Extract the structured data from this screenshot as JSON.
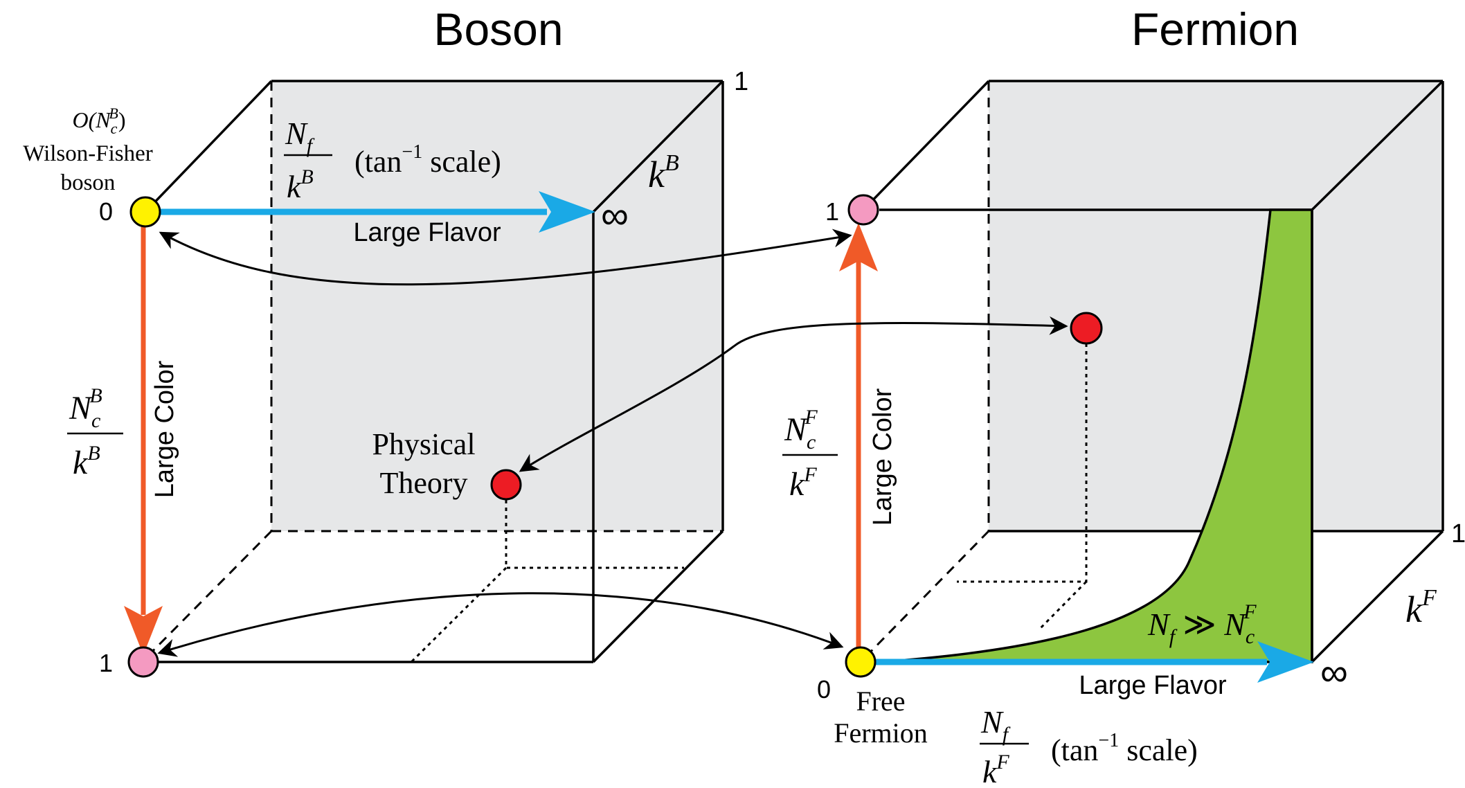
{
  "boson": {
    "title": "Boson",
    "wf_label_line1": "O(N",
    "wf_label_sub": "c",
    "wf_label_sup": "B",
    "wf_label_close": ")",
    "wf_label_line2": "Wilson-Fisher",
    "wf_label_line3": "boson",
    "origin_value": "0",
    "bottom_value": "1",
    "corner_value": "1",
    "infinity": "∞",
    "k_axis": {
      "base": "k",
      "sup": "B"
    },
    "flavor_ratio": {
      "num_base": "N",
      "num_sub": "f",
      "den_base": "k",
      "den_sup": "B",
      "scale": "(tan",
      "scale_sup": "−1",
      "scale_tail": " scale)"
    },
    "color_ratio": {
      "num_base": "N",
      "num_sub": "c",
      "num_sup": "B",
      "den_base": "k",
      "den_sup": "B"
    },
    "large_flavor": "Large Flavor",
    "large_color": "Large Color",
    "physical_line1": "Physical",
    "physical_line2": "Theory"
  },
  "fermion": {
    "title": "Fermion",
    "origin_value": "0",
    "top_value": "1",
    "corner_value": "1",
    "infinity": "∞",
    "k_axis": {
      "base": "k",
      "sup": "F"
    },
    "flavor_ratio": {
      "num_base": "N",
      "num_sub": "f",
      "den_base": "k",
      "den_sup": "F",
      "scale": "(tan",
      "scale_sup": "−1",
      "scale_tail": " scale)"
    },
    "color_ratio": {
      "num_base": "N",
      "num_sub": "c",
      "num_sup": "F",
      "den_base": "k",
      "den_sup": "F"
    },
    "large_flavor": "Large Flavor",
    "large_color": "Large Color",
    "free_line1": "Free",
    "free_line2": "Fermion",
    "region_label": {
      "a": "N",
      "a_sub": "f",
      "op": " ≫ ",
      "b": "N",
      "b_sub": "c",
      "b_sup": "F"
    }
  },
  "colors": {
    "face_gray": "#e6e7e8",
    "blue_arrow": "#1aa9e6",
    "orange_arrow": "#f05a28",
    "green_region": "#8dc63f",
    "yellow_point": "#fff200",
    "pink_point": "#f49ac1",
    "red_point": "#ed1c24"
  }
}
